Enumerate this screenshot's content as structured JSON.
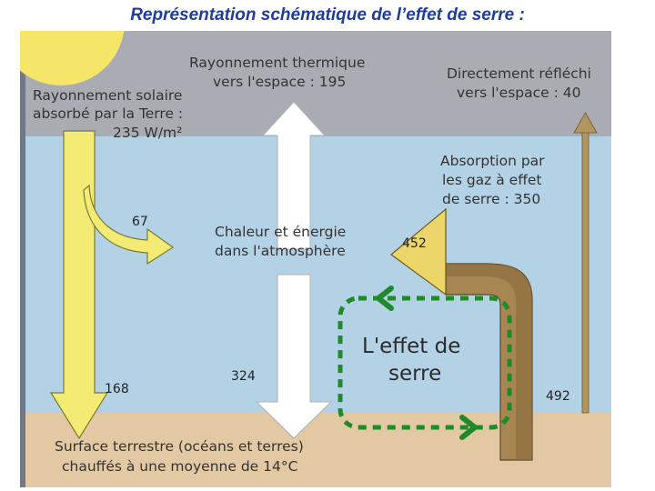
{
  "slide": {
    "title": "Représentation schématique de l’effet de serre :"
  },
  "diagram": {
    "solar": {
      "label_lines": [
        "Rayonnement solaire",
        "absorbé par la Terre :",
        "235 W/m²"
      ]
    },
    "thermal": {
      "label_lines": [
        "Rayonnement thermique",
        "vers l'espace : 195"
      ]
    },
    "reflected": {
      "label_lines": [
        "Directement réfléchi",
        "vers l'espace : 40"
      ]
    },
    "absorption": {
      "label_lines": [
        "Absorption par",
        "les gaz à effet",
        "de serre : 350"
      ]
    },
    "atmosphere": {
      "label_lines": [
        "Chaleur et énergie",
        "dans l'atmosphère"
      ]
    },
    "greenhouse": {
      "label_lines": [
        "L'effet de",
        "serre"
      ]
    },
    "surface": {
      "label_lines": [
        "Surface terrestre (océans et terres)",
        "chauffés à une moyenne de 14°C"
      ]
    },
    "values": {
      "v67": "67",
      "v168": "168",
      "v324": "324",
      "v452": "452",
      "v492": "492"
    },
    "colors": {
      "space": "#a9adb3",
      "atmosphere": "#b4d2e6",
      "ground": "#e2c9a4",
      "sun": "#f5e66a",
      "solar_arrow": "#f3eb73",
      "heat_arrow": "#ffffff",
      "earth_arrow": "#a88652",
      "loop": "#1e8a2a"
    }
  }
}
